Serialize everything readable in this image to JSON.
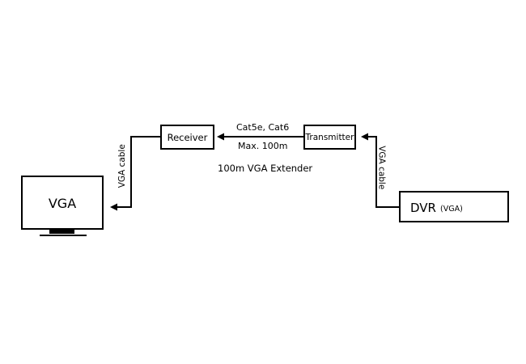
{
  "nodes": {
    "receiver": "Receiver",
    "transmitter": "Transmitter",
    "monitor": "VGA",
    "dvr_main": "DVR",
    "dvr_sub": "(VGA)"
  },
  "links": {
    "cat_cable": "Cat5e, Cat6",
    "max_distance": "Max. 100m",
    "vga_cable_left": "VGA cable",
    "vga_cable_right": "VGA cable"
  },
  "caption": "100m VGA Extender",
  "colors": {
    "line": "#000000",
    "background": "#ffffff"
  }
}
